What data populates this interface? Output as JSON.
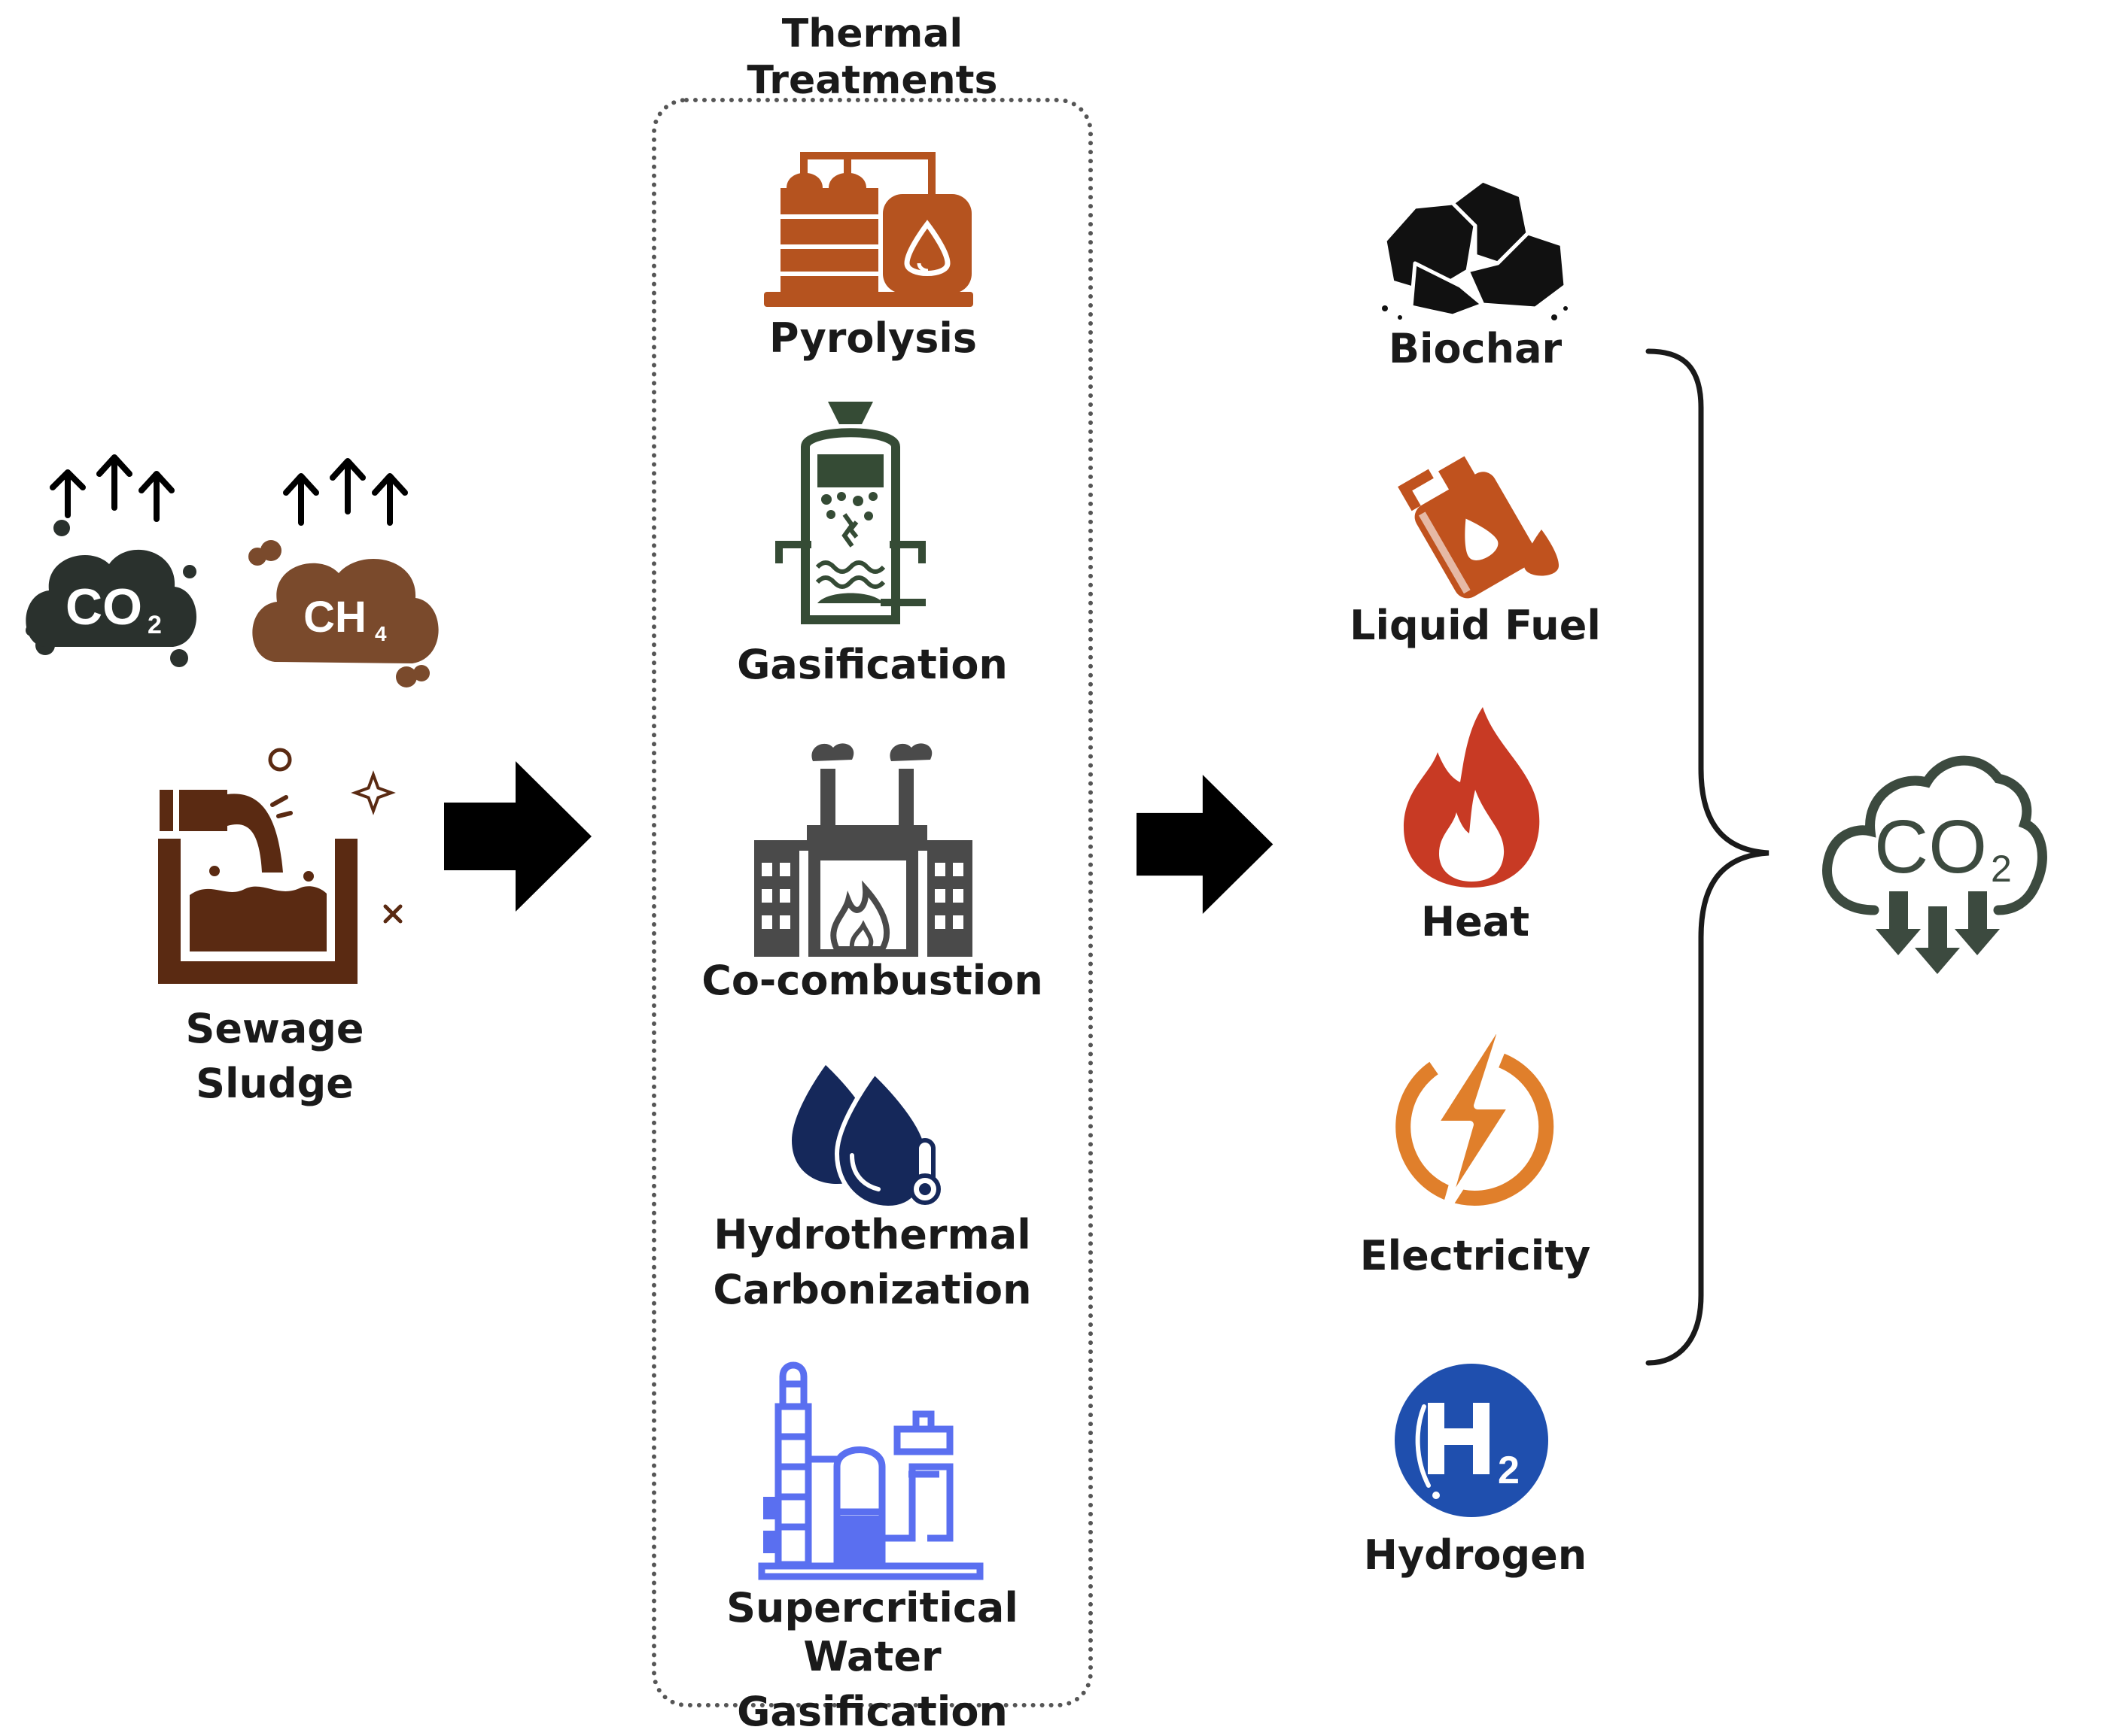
{
  "diagram": {
    "box_title": "Thermal Treatments",
    "input": {
      "label_line1": "Sewage",
      "label_line2": "Sludge",
      "emissions": [
        "CO2",
        "CH4"
      ]
    },
    "treatments": [
      {
        "id": "pyrolysis",
        "label": "Pyrolysis",
        "color": "#b5531f"
      },
      {
        "id": "gasification",
        "label": "Gasification",
        "color": "#354b35"
      },
      {
        "id": "co-combustion",
        "label": "Co-combustion",
        "color": "#4a4a4a"
      },
      {
        "id": "htc",
        "label_line1": "Hydrothermal",
        "label_line2": "Carbonization",
        "color": "#15285a"
      },
      {
        "id": "scwg",
        "label_line1": "Supercritical Water",
        "label_line2": "Gasification",
        "color": "#5a6ff0"
      }
    ],
    "products": [
      {
        "id": "biochar",
        "label": "Biochar",
        "color": "#111111"
      },
      {
        "id": "liquid-fuel",
        "label": "Liquid Fuel",
        "color": "#c0521e"
      },
      {
        "id": "heat",
        "label": "Heat",
        "color": "#c83a24"
      },
      {
        "id": "electricity",
        "label": "Electricity",
        "color": "#e07f2b"
      },
      {
        "id": "hydrogen",
        "label": "Hydrogen",
        "color": "#1f4fae"
      }
    ],
    "outcome": "CO2",
    "colors": {
      "co2_cloud": "#2a312d",
      "ch4_cloud": "#7a4a2c",
      "sludge": "#5a2a12",
      "outcome_cloud": "#3c4a3f",
      "arrow": "#000000"
    }
  }
}
